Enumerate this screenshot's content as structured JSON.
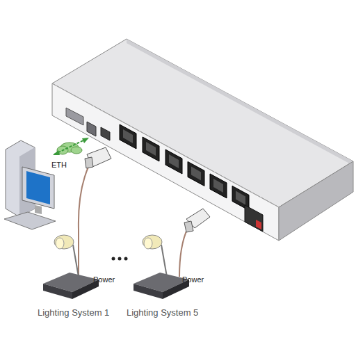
{
  "diagram": {
    "labels": [
      "ETH",
      "Power",
      "Power",
      "Lighting System 1",
      "Lighting System 5"
    ]
  }
}
